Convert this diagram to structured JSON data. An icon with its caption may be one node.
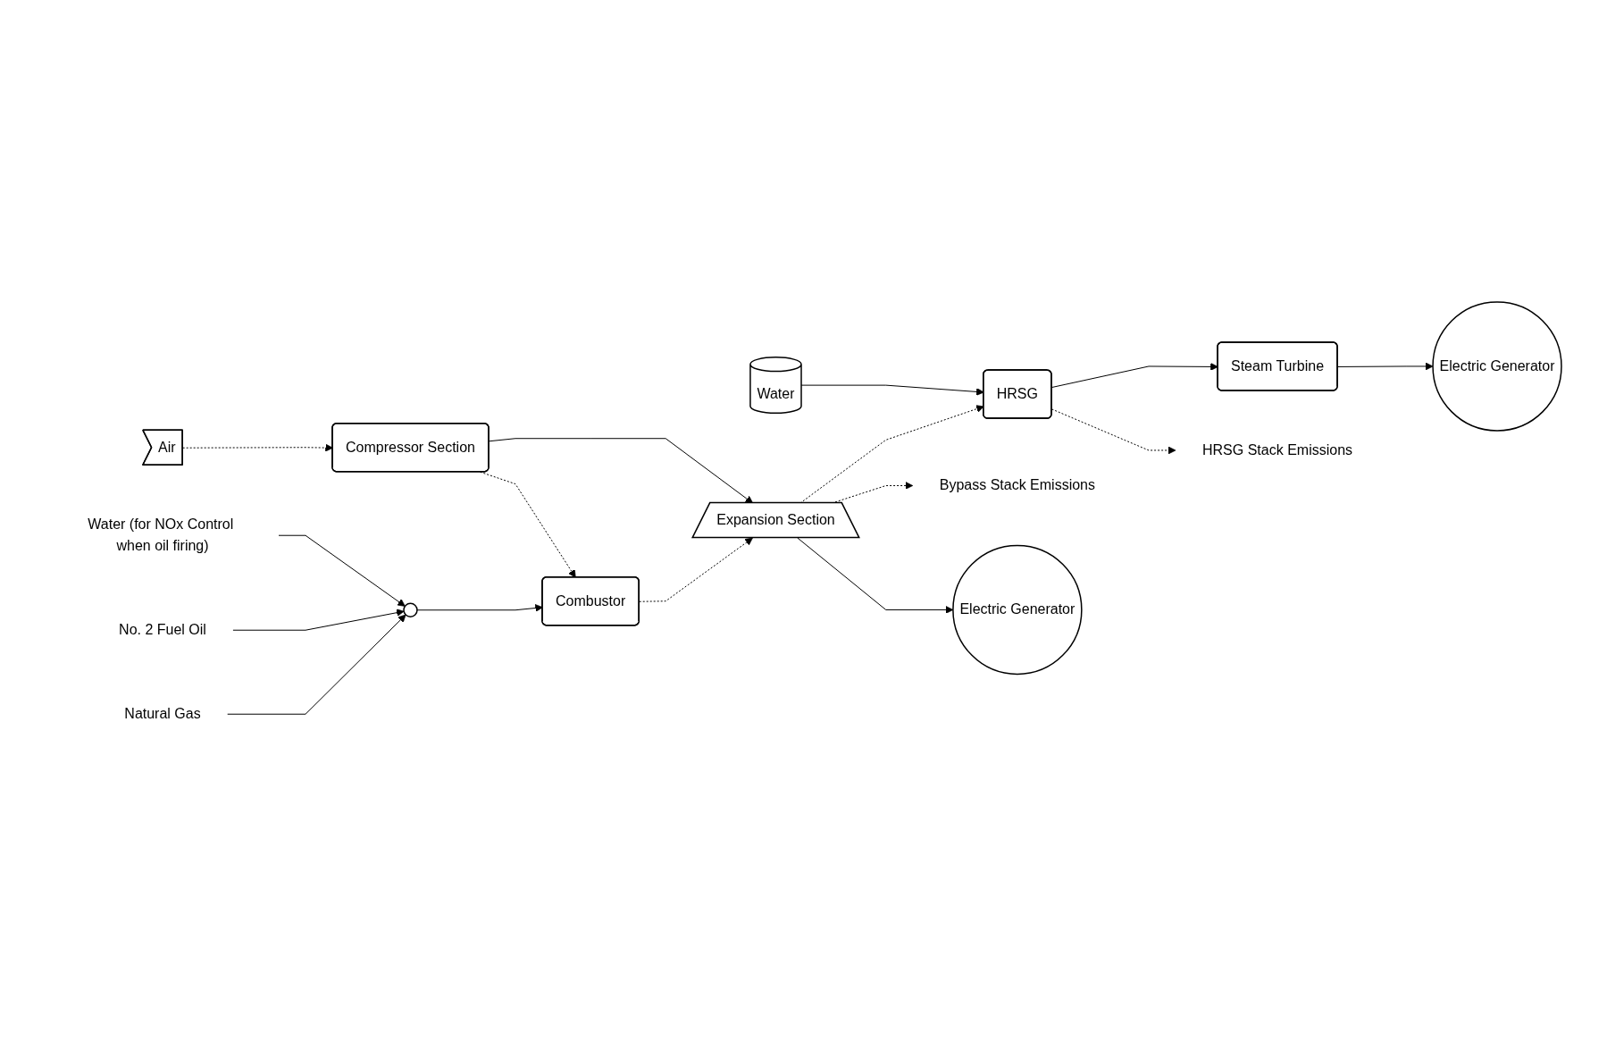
{
  "diagram": {
    "nodes": [
      {
        "text": [
          "Bypass Stack Emissions"
        ]
      },
      {
        "text": [
          "HRSG Stack Emissions"
        ]
      },
      {
        "text": [
          "Water"
        ]
      },
      {
        "text": [
          "HRSG"
        ]
      },
      {
        "text": [
          "Steam Turbine"
        ]
      },
      {
        "text": [
          "Electric Generator"
        ]
      },
      {
        "text": [
          "Air"
        ]
      },
      {
        "text": [
          "Compressor Section"
        ]
      },
      {
        "text": [
          "Expansion Section"
        ]
      },
      {
        "text": [
          "Electric Generator"
        ]
      },
      {
        "text": [
          "Combustor"
        ]
      },
      {
        "text": [
          "Water (for NOx Control when oil firing)"
        ]
      },
      {
        "text": [
          "No. 2 Fuel Oil"
        ]
      },
      {
        "text": [
          "Natural Gas"
        ]
      },
      {
        "text": [],
        "shape": "circle"
      }
    ],
    "edges": [
      {
        "from": 6,
        "to": 7,
        "arrow": "to",
        "style": "dashed"
      },
      {
        "from": 2,
        "to": 3,
        "arrow": "to"
      },
      {
        "from": 3,
        "to": 4,
        "arrow": "to"
      },
      {
        "from": 4,
        "to": 5,
        "arrow": "to"
      },
      {
        "from": 3,
        "to": 1,
        "arrow": "to",
        "style": "dashed"
      },
      {
        "from": 8,
        "to": 3,
        "arrow": "to",
        "style": "dashed"
      },
      {
        "from": 8,
        "to": 0,
        "arrow": "to",
        "style": "dashed"
      },
      {
        "from": 7,
        "to": 8,
        "arrow": "to"
      },
      {
        "from": 8,
        "to": 9,
        "arrow": "to"
      },
      {
        "from": 7,
        "to": 10,
        "arrow": "to",
        "style": "dashed"
      },
      {
        "from": 10,
        "to": 8,
        "arrow": "to",
        "style": "dashed"
      },
      {
        "from": 11,
        "to": 14,
        "arrow": "to"
      },
      {
        "from": 12,
        "to": 14,
        "arrow": "to"
      },
      {
        "from": 13,
        "to": 14,
        "arrow": "to"
      },
      {
        "from": 14,
        "to": 10,
        "arrow": "to"
      }
    ]
  }
}
